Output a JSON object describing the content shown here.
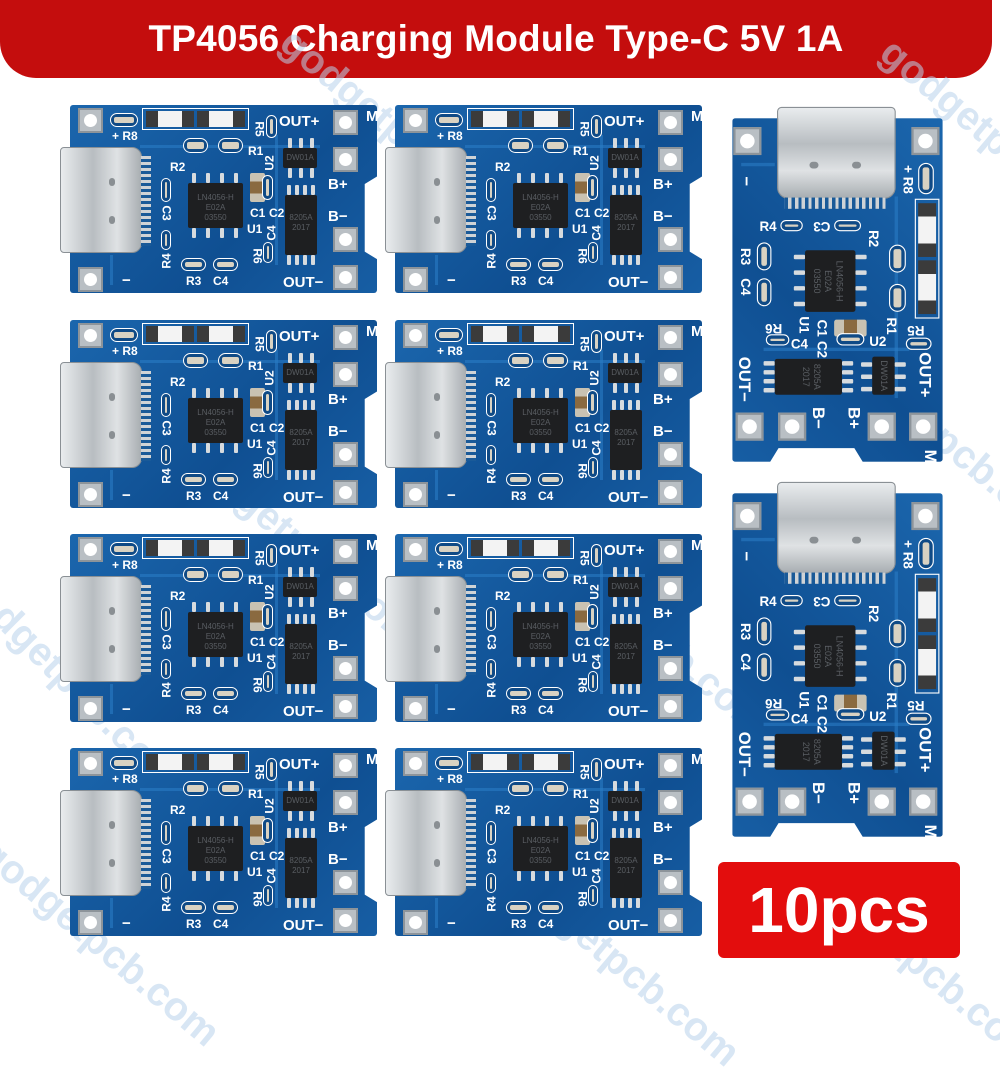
{
  "banner": {
    "title": "TP4056 Charging Module Type-C 5V 1A",
    "color": "#c40d0d"
  },
  "badge": {
    "label": "10pcs",
    "color": "#e30d0d"
  },
  "watermark": "godgetpcb.com",
  "board": {
    "pcb_color": "#1560a8",
    "labels": {
      "r8": "+ R8",
      "r1": "R1",
      "r2": "R2",
      "c3": "C3",
      "r4": "R4",
      "r3": "R3",
      "c4": "C4",
      "c1": "C1",
      "c2": "C2",
      "u1": "U1",
      "u2": "U2",
      "r5": "R5",
      "r6": "R6",
      "out_plus": "OUT+",
      "out_minus": "OUT−",
      "b_plus": "B+",
      "b_minus": "B−",
      "m": "M",
      "minus": "−"
    },
    "chip_u1": [
      "LN4056-H",
      "E02A",
      "03550"
    ],
    "chip_8205": [
      "8205A",
      "2017"
    ],
    "chip_u2": "DW01A"
  },
  "quantity": 10
}
